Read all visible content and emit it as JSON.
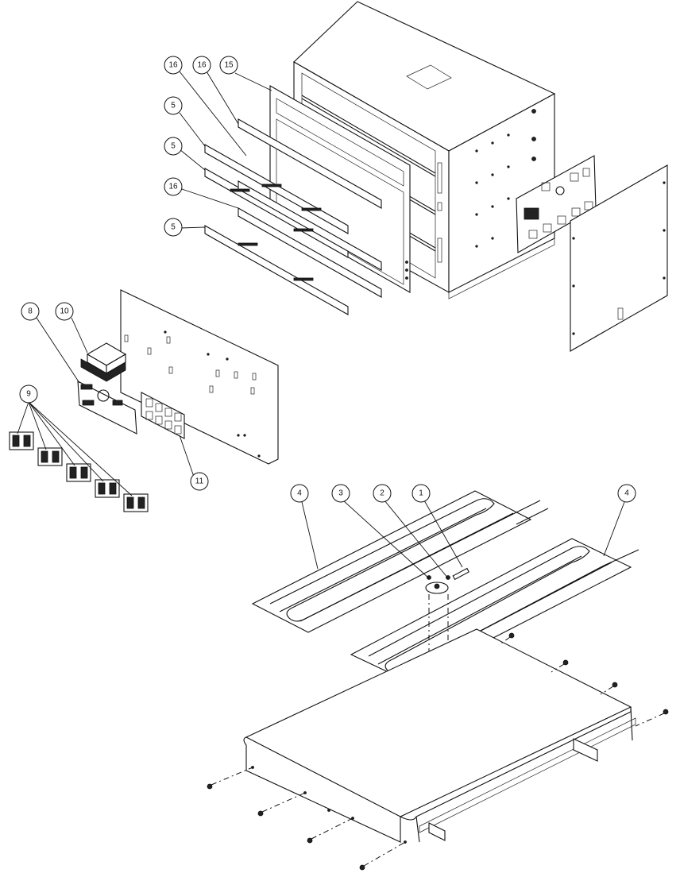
{
  "callouts": [
    {
      "id": "c16a",
      "label": "16"
    },
    {
      "id": "c16b",
      "label": "16"
    },
    {
      "id": "c15",
      "label": "15"
    },
    {
      "id": "c5a",
      "label": "5"
    },
    {
      "id": "c5b",
      "label": "5"
    },
    {
      "id": "c16c",
      "label": "16"
    },
    {
      "id": "c5c",
      "label": "5"
    },
    {
      "id": "c8",
      "label": "8"
    },
    {
      "id": "c10",
      "label": "10"
    },
    {
      "id": "c9",
      "label": "9"
    },
    {
      "id": "c11",
      "label": "11"
    },
    {
      "id": "c4a",
      "label": "4"
    },
    {
      "id": "c3",
      "label": "3"
    },
    {
      "id": "c2",
      "label": "2"
    },
    {
      "id": "c1",
      "label": "1"
    },
    {
      "id": "c4b",
      "label": "4"
    }
  ]
}
